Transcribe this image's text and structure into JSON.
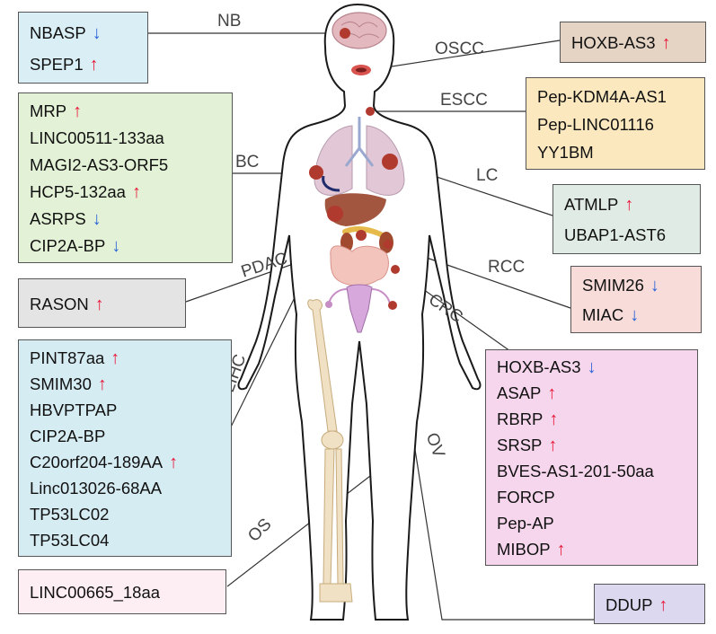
{
  "colors": {
    "up_arrow": "#e8193a",
    "down_arrow": "#2a63d9",
    "skin": "#ffffff",
    "outline": "#1a1a1a"
  },
  "icons": {
    "up": "↑",
    "down": "↓"
  },
  "labels": {
    "nb": "NB",
    "oscc": "OSCC",
    "escc": "ESCC",
    "bc": "BC",
    "lc": "LC",
    "pdac": "PDAC",
    "rcc": "RCC",
    "crc": "CRC",
    "lihc": "LIHC",
    "ov": "OV",
    "os": "OS"
  },
  "boxes": {
    "nb": {
      "bg": "#d9eef5",
      "items": [
        {
          "text": "NBASP",
          "arrow": "down"
        },
        {
          "text": "SPEP1",
          "arrow": "up"
        }
      ]
    },
    "oscc": {
      "bg": "#e5d3c3",
      "items": [
        {
          "text": "HOXB-AS3",
          "arrow": "up"
        }
      ]
    },
    "escc": {
      "bg": "#fbe8bf",
      "items": [
        {
          "text": "Pep-KDM4A-AS1",
          "arrow": ""
        },
        {
          "text": "Pep-LINC01116",
          "arrow": ""
        },
        {
          "text": "YY1BM",
          "arrow": ""
        }
      ]
    },
    "bc": {
      "bg": "#e3f2d6",
      "items": [
        {
          "text": "MRP",
          "arrow": "up"
        },
        {
          "text": "LINC00511-133aa",
          "arrow": ""
        },
        {
          "text": "MAGI2-AS3-ORF5",
          "arrow": ""
        },
        {
          "text": "HCP5-132aa",
          "arrow": "up"
        },
        {
          "text": "ASRPS",
          "arrow": "down"
        },
        {
          "text": "CIP2A-BP",
          "arrow": "down"
        }
      ]
    },
    "lc": {
      "bg": "#e0ebe6",
      "items": [
        {
          "text": "ATMLP",
          "arrow": "up"
        },
        {
          "text": "UBAP1-AST6",
          "arrow": ""
        }
      ]
    },
    "pdac": {
      "bg": "#e4e4e4",
      "items": [
        {
          "text": "RASON",
          "arrow": "up"
        }
      ]
    },
    "rcc": {
      "bg": "#f7dcd9",
      "items": [
        {
          "text": "SMIM26",
          "arrow": "down"
        },
        {
          "text": "MIAC",
          "arrow": "down"
        }
      ]
    },
    "lihc": {
      "bg": "#d6ecf3",
      "items": [
        {
          "text": "PINT87aa",
          "arrow": "up"
        },
        {
          "text": "SMIM30",
          "arrow": "up"
        },
        {
          "text": "HBVPTPAP",
          "arrow": ""
        },
        {
          "text": "CIP2A-BP",
          "arrow": ""
        },
        {
          "text": "C20orf204-189AA",
          "arrow": "up"
        },
        {
          "text": "Linc013026-68AA",
          "arrow": ""
        },
        {
          "text": "TP53LC02",
          "arrow": ""
        },
        {
          "text": "TP53LC04",
          "arrow": ""
        }
      ]
    },
    "crc": {
      "bg": "#f6d6ec",
      "items": [
        {
          "text": "HOXB-AS3",
          "arrow": "down"
        },
        {
          "text": "ASAP",
          "arrow": "up"
        },
        {
          "text": "RBRP",
          "arrow": "up"
        },
        {
          "text": "SRSP",
          "arrow": "up"
        },
        {
          "text": "BVES-AS1-201-50aa",
          "arrow": ""
        },
        {
          "text": "FORCP",
          "arrow": ""
        },
        {
          "text": "Pep-AP",
          "arrow": ""
        },
        {
          "text": "MIBOP",
          "arrow": "up"
        }
      ]
    },
    "os": {
      "bg": "#fdeef4",
      "items": [
        {
          "text": "LINC00665_18aa",
          "arrow": ""
        }
      ]
    },
    "ov": {
      "bg": "#dcd8ef",
      "items": [
        {
          "text": "DDUP",
          "arrow": "up"
        }
      ]
    }
  }
}
